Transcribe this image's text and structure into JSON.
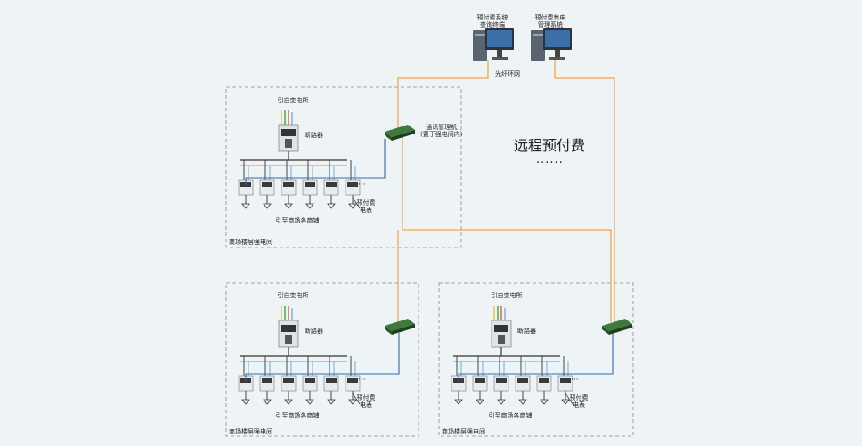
{
  "top": {
    "query_terminal": "预付费系统\n查询终端",
    "mgmt_system": "预付费售电\n管理系统",
    "fiber_ring": "光纤环网"
  },
  "remote": {
    "title": "远程预付费",
    "dots": "······"
  },
  "comm_manager": "通讯管理机\n(置于强电间内)",
  "cells": [
    {
      "source": "引自变电所",
      "breaker": "断路器",
      "shops": "引至商场各商铺",
      "meter": "预付费\n电表",
      "room": "商场楼层强电间",
      "more": "···"
    },
    {
      "source": "引自变电所",
      "breaker": "断路器",
      "shops": "引至商场各商铺",
      "meter": "预付费\n电表",
      "room": "商场楼层强电间",
      "more": "···"
    },
    {
      "source": "引自变电所",
      "breaker": "断路器",
      "shops": "引至商场各商铺",
      "meter": "预付费\n电表",
      "room": "商场楼层强电间",
      "more": "···"
    }
  ],
  "colors": {
    "fiber": "#f0a84a",
    "rs485": "#2f6db5",
    "bus": "#333333"
  }
}
